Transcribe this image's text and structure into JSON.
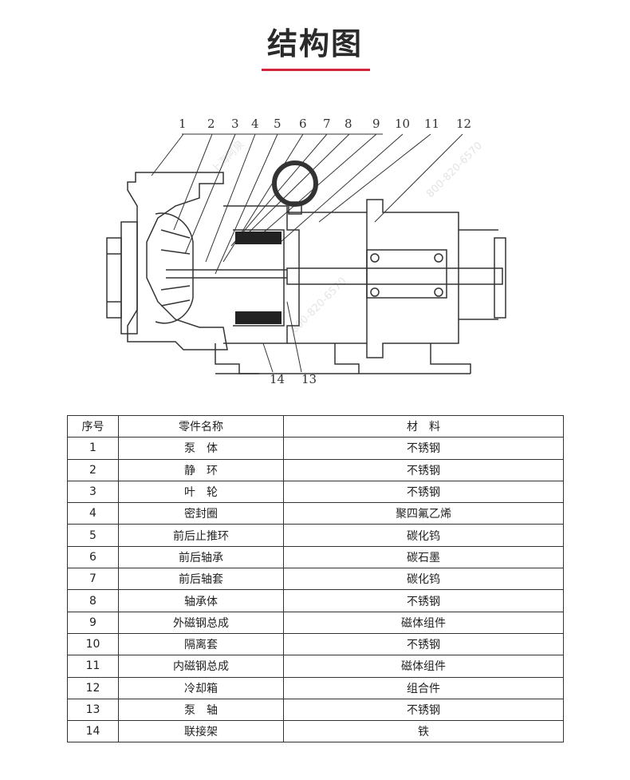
{
  "title": "结构图",
  "colors": {
    "accent": "#d4253a",
    "line": "#333333"
  },
  "callouts": [
    "1",
    "2",
    "3",
    "4",
    "5",
    "6",
    "7",
    "8",
    "9",
    "10",
    "11",
    "12",
    "14",
    "13"
  ],
  "watermark": [
    "上海阿泉",
    "800-820-6570"
  ],
  "table": {
    "headers": [
      "序号",
      "零件名称",
      "材　料"
    ],
    "rows": [
      [
        "1",
        "泵　体",
        "不锈钢"
      ],
      [
        "2",
        "静　环",
        "不锈钢"
      ],
      [
        "3",
        "叶　轮",
        "不锈钢"
      ],
      [
        "4",
        "密封圈",
        "聚四氟乙烯"
      ],
      [
        "5",
        "前后止推环",
        "碳化钨"
      ],
      [
        "6",
        "前后轴承",
        "碳石墨"
      ],
      [
        "7",
        "前后轴套",
        "碳化钨"
      ],
      [
        "8",
        "轴承体",
        "不锈钢"
      ],
      [
        "9",
        "外磁钢总成",
        "磁体组件"
      ],
      [
        "10",
        "隔离套",
        "不锈钢"
      ],
      [
        "11",
        "内磁钢总成",
        "磁体组件"
      ],
      [
        "12",
        "冷却箱",
        "组合件"
      ],
      [
        "13",
        "泵　轴",
        "不锈钢"
      ],
      [
        "14",
        "联接架",
        "铁"
      ]
    ]
  }
}
